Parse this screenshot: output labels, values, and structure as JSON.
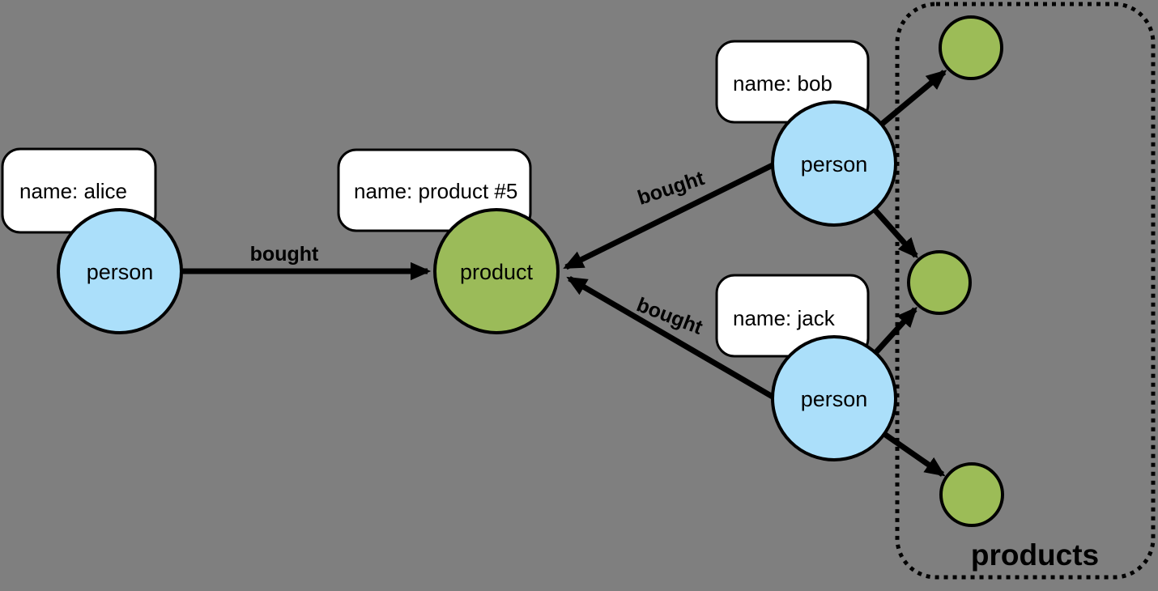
{
  "diagram": {
    "background_color": "#7f7f7f",
    "person_node_color": "#abdffa",
    "product_node_color": "#9bbb59",
    "property_box_color": "#ffffff",
    "stroke_color": "#000000",
    "group": {
      "label": "products",
      "contains_anonymous_product_nodes": 3
    },
    "nodes": {
      "alice": {
        "type_label": "person",
        "property": "name: alice"
      },
      "bob": {
        "type_label": "person",
        "property": "name: bob"
      },
      "jack": {
        "type_label": "person",
        "property": "name: jack"
      },
      "product5": {
        "type_label": "product",
        "property": "name: product #5"
      }
    },
    "edges": {
      "alice_bought_product5": {
        "label": "bought"
      },
      "bob_bought_product5": {
        "label": "bought"
      },
      "jack_bought_product5": {
        "label": "bought"
      },
      "bob_bought_product_top": {
        "label": ""
      },
      "bob_bought_product_mid": {
        "label": ""
      },
      "jack_bought_product_mid": {
        "label": ""
      },
      "jack_bought_product_bottom": {
        "label": ""
      }
    }
  }
}
